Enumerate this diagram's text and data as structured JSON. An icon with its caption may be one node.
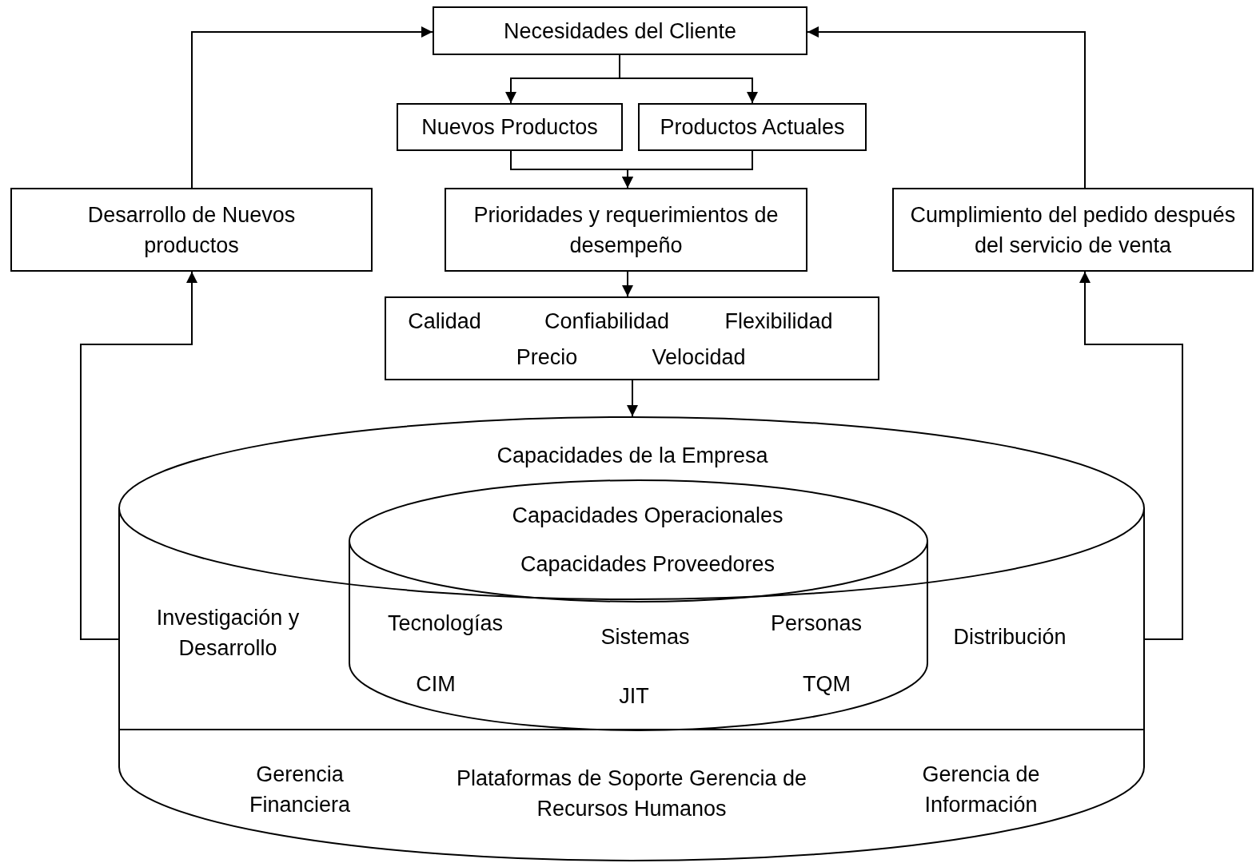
{
  "diagram": {
    "nodes": [
      {
        "text": [
          "Necesidades del Cliente"
        ]
      },
      {
        "text": [
          "Nuevos Productos"
        ]
      },
      {
        "text": [
          "Productos Actuales"
        ]
      },
      {
        "text": [
          "Prioridades y requerimientos de desempeño"
        ]
      },
      {
        "text": [
          "Calidad",
          "Confiabilidad",
          "Flexibilidad",
          "Precio",
          "Velocidad"
        ]
      },
      {
        "text": [
          "Desarrollo de Nuevos productos"
        ]
      },
      {
        "text": [
          "Cumplimiento del pedido después del servicio de venta"
        ]
      },
      {
        "text": [
          "Capacidades de la Empresa",
          "Investigación y Desarrollo",
          "Distribución",
          "Gerencia Financiera",
          "Plataformas de Soporte Gerencia de Recursos Humanos",
          "Gerencia de Información"
        ]
      },
      {
        "text": [
          "Capacidades Operacionales",
          "Capacidades Proveedores",
          "Tecnologías",
          "Sistemas",
          "Personas",
          "CIM",
          "JIT",
          "TQM"
        ],
        "in": 7
      }
    ],
    "edges": [
      {
        "from": 0,
        "to": 1,
        "arrow": "to"
      },
      {
        "from": 0,
        "to": 2,
        "arrow": "to"
      },
      {
        "from": 1,
        "to": 3,
        "arrow": "to"
      },
      {
        "from": 2,
        "to": 3,
        "arrow": "to"
      },
      {
        "from": 3,
        "to": 4,
        "arrow": "to"
      },
      {
        "from": 4,
        "to": 7,
        "arrow": "to"
      },
      {
        "from": 7,
        "to": 5,
        "arrow": "to"
      },
      {
        "from": 5,
        "to": 0,
        "arrow": "to"
      },
      {
        "from": 7,
        "to": 6,
        "arrow": "to"
      },
      {
        "from": 6,
        "to": 0,
        "arrow": "to"
      }
    ]
  }
}
